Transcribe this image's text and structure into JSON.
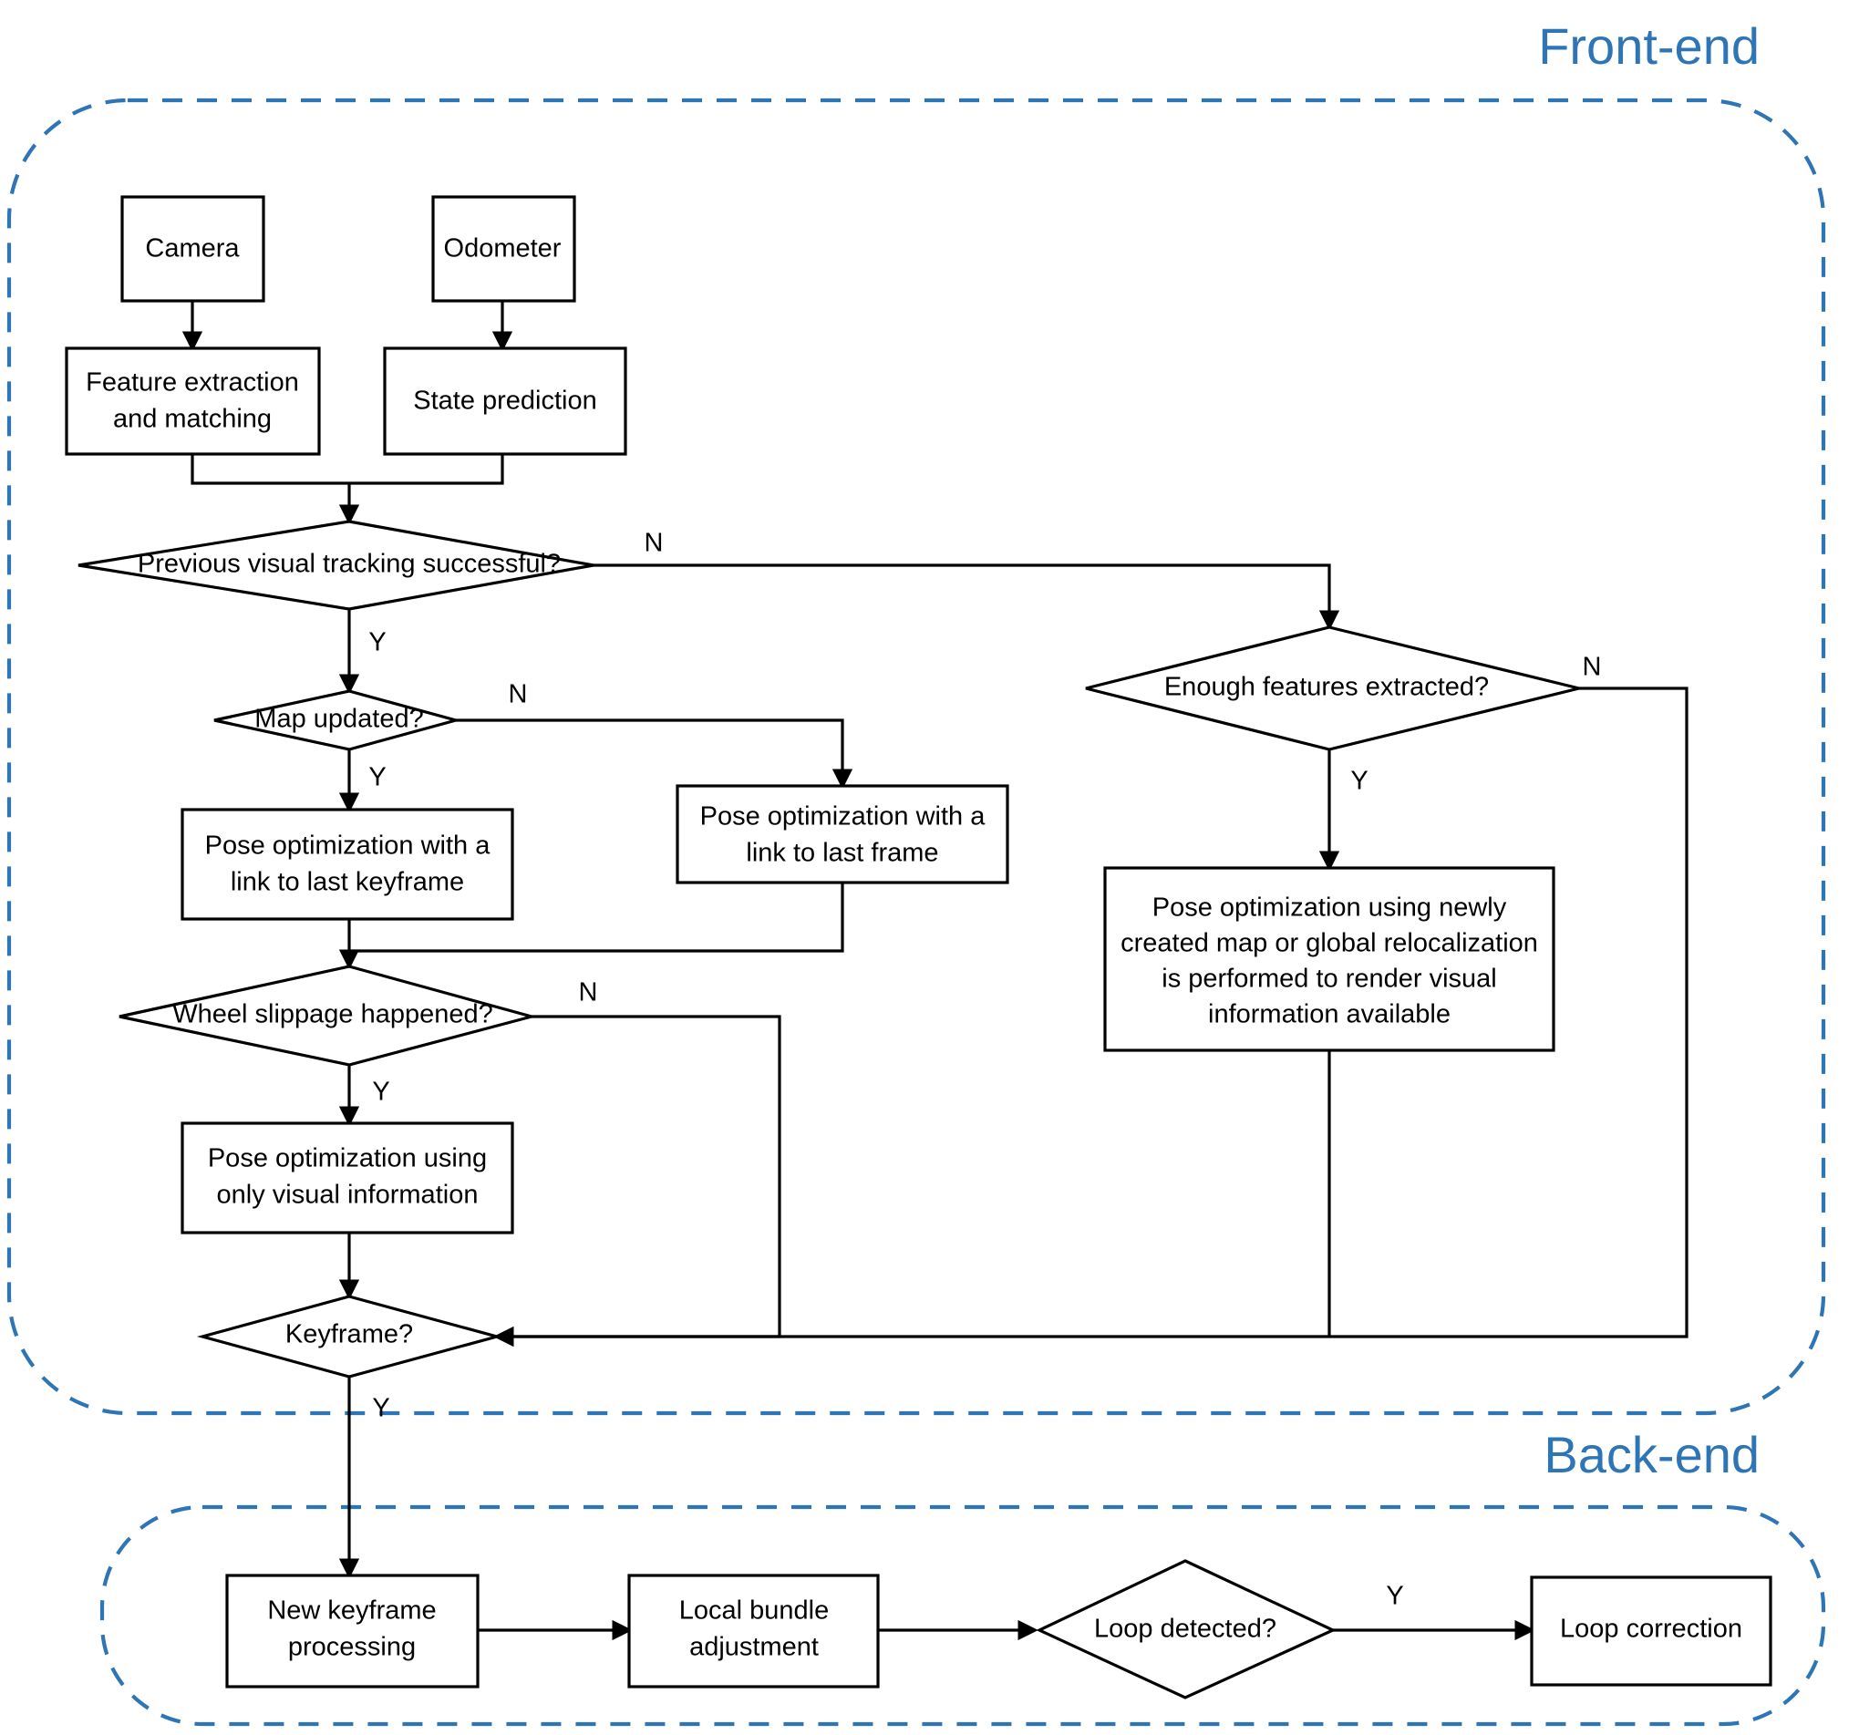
{
  "diagram": {
    "title": "Visual-odometry SLAM pipeline flowchart",
    "accent_color": "#2e75b6",
    "line_color": "#000000",
    "node_fill": "#ffffff",
    "groups": [
      {
        "id": "front-end",
        "label": "Front-end"
      },
      {
        "id": "back-end",
        "label": "Back-end"
      }
    ],
    "nodes": {
      "camera": {
        "label": "Camera",
        "shape": "process"
      },
      "odometer": {
        "label": "Odometer",
        "shape": "process"
      },
      "feature_extraction": {
        "line1": "Feature extraction",
        "line2": "and matching",
        "shape": "process"
      },
      "state_prediction": {
        "label": "State prediction",
        "shape": "process"
      },
      "prev_tracking": {
        "label": "Previous visual tracking successful?",
        "shape": "decision"
      },
      "map_updated": {
        "label": "Map updated?",
        "shape": "decision"
      },
      "enough_features": {
        "label": "Enough features extracted?",
        "shape": "decision"
      },
      "pose_keyframe": {
        "line1": "Pose optimization with a",
        "line2": "link to last keyframe",
        "shape": "process"
      },
      "pose_lastframe": {
        "line1": "Pose optimization with a",
        "line2": "link to last frame",
        "shape": "process"
      },
      "pose_relocalization": {
        "line1": "Pose optimization using newly",
        "line2": "created map or global relocalization",
        "line3": "is performed to render visual",
        "line4": "information available",
        "shape": "process"
      },
      "wheel_slippage": {
        "label": "Wheel slippage happened?",
        "shape": "decision"
      },
      "pose_visual_only": {
        "line1": "Pose optimization using",
        "line2": "only visual information",
        "shape": "process"
      },
      "keyframe": {
        "label": "Keyframe?",
        "shape": "decision"
      },
      "new_keyframe": {
        "line1": "New keyframe",
        "line2": "processing",
        "shape": "process"
      },
      "local_bundle": {
        "line1": "Local bundle",
        "line2": "adjustment",
        "shape": "process"
      },
      "loop_detected": {
        "label": "Loop detected?",
        "shape": "decision"
      },
      "loop_correction": {
        "label": "Loop correction",
        "shape": "process"
      }
    },
    "branch_labels": {
      "prev_tracking_n": "N",
      "prev_tracking_y": "Y",
      "map_updated_n": "N",
      "map_updated_y": "Y",
      "enough_features_n": "N",
      "enough_features_y": "Y",
      "wheel_slippage_n": "N",
      "wheel_slippage_y": "Y",
      "keyframe_y": "Y",
      "loop_detected_y": "Y"
    }
  }
}
